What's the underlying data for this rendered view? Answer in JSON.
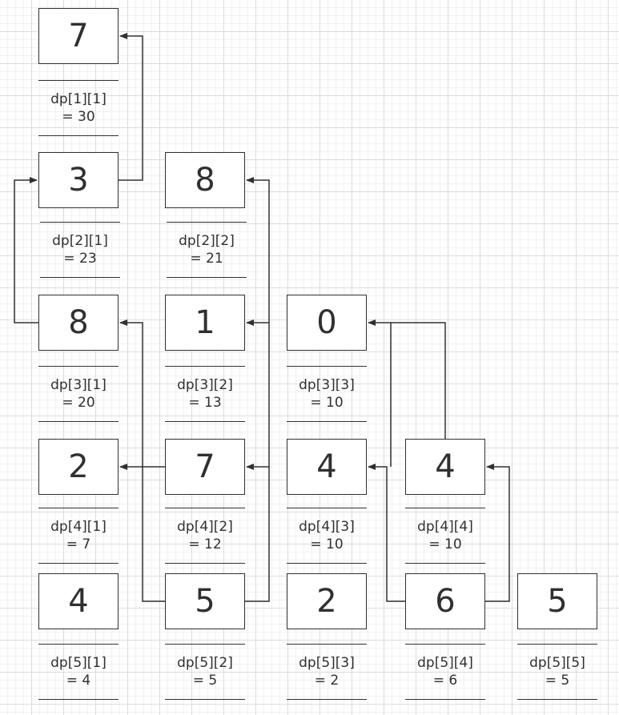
{
  "nodes": [
    {
      "id": "r1c1",
      "value": "7",
      "dp_label": "dp[1][1]",
      "dp_value": "= 30"
    },
    {
      "id": "r2c1",
      "value": "3",
      "dp_label": "dp[2][1]",
      "dp_value": "= 23"
    },
    {
      "id": "r2c2",
      "value": "8",
      "dp_label": "dp[2][2]",
      "dp_value": "= 21"
    },
    {
      "id": "r3c1",
      "value": "8",
      "dp_label": "dp[3][1]",
      "dp_value": "= 20"
    },
    {
      "id": "r3c2",
      "value": "1",
      "dp_label": "dp[3][2]",
      "dp_value": "= 13"
    },
    {
      "id": "r3c3",
      "value": "0",
      "dp_label": "dp[3][3]",
      "dp_value": "= 10"
    },
    {
      "id": "r4c1",
      "value": "2",
      "dp_label": "dp[4][1]",
      "dp_value": "= 7"
    },
    {
      "id": "r4c2",
      "value": "7",
      "dp_label": "dp[4][2]",
      "dp_value": "= 12"
    },
    {
      "id": "r4c3",
      "value": "4",
      "dp_label": "dp[4][3]",
      "dp_value": "= 10"
    },
    {
      "id": "r4c4",
      "value": "4",
      "dp_label": "dp[4][4]",
      "dp_value": "= 10"
    },
    {
      "id": "r5c1",
      "value": "4",
      "dp_label": "dp[5][1]",
      "dp_value": "= 4"
    },
    {
      "id": "r5c2",
      "value": "5",
      "dp_label": "dp[5][2]",
      "dp_value": "= 5"
    },
    {
      "id": "r5c3",
      "value": "2",
      "dp_label": "dp[5][3]",
      "dp_value": "= 2"
    },
    {
      "id": "r5c4",
      "value": "6",
      "dp_label": "dp[5][4]",
      "dp_value": "= 6"
    },
    {
      "id": "r5c5",
      "value": "5",
      "dp_label": "dp[5][5]",
      "dp_value": "= 5"
    }
  ],
  "edges": [
    {
      "from": "r2c1",
      "to": "r1c1"
    },
    {
      "from": "r3c1",
      "to": "r2c1"
    },
    {
      "from": "r5c2",
      "to": "r2c2"
    },
    {
      "from": "r5c2",
      "to": "r3c2"
    },
    {
      "from": "r5c2",
      "to": "r4c2"
    },
    {
      "from": "r5c1",
      "to": "r3c1"
    },
    {
      "from": "r4c2",
      "to": "r4c1"
    },
    {
      "from": "r4c4",
      "to": "r3c3"
    },
    {
      "from": "r5c4",
      "to": "r4c3"
    },
    {
      "from": "r5c4",
      "to": "r4c4"
    }
  ],
  "colors": {
    "stroke": "#303030",
    "grid": "#dcdcdc",
    "background": "#ffffff"
  }
}
